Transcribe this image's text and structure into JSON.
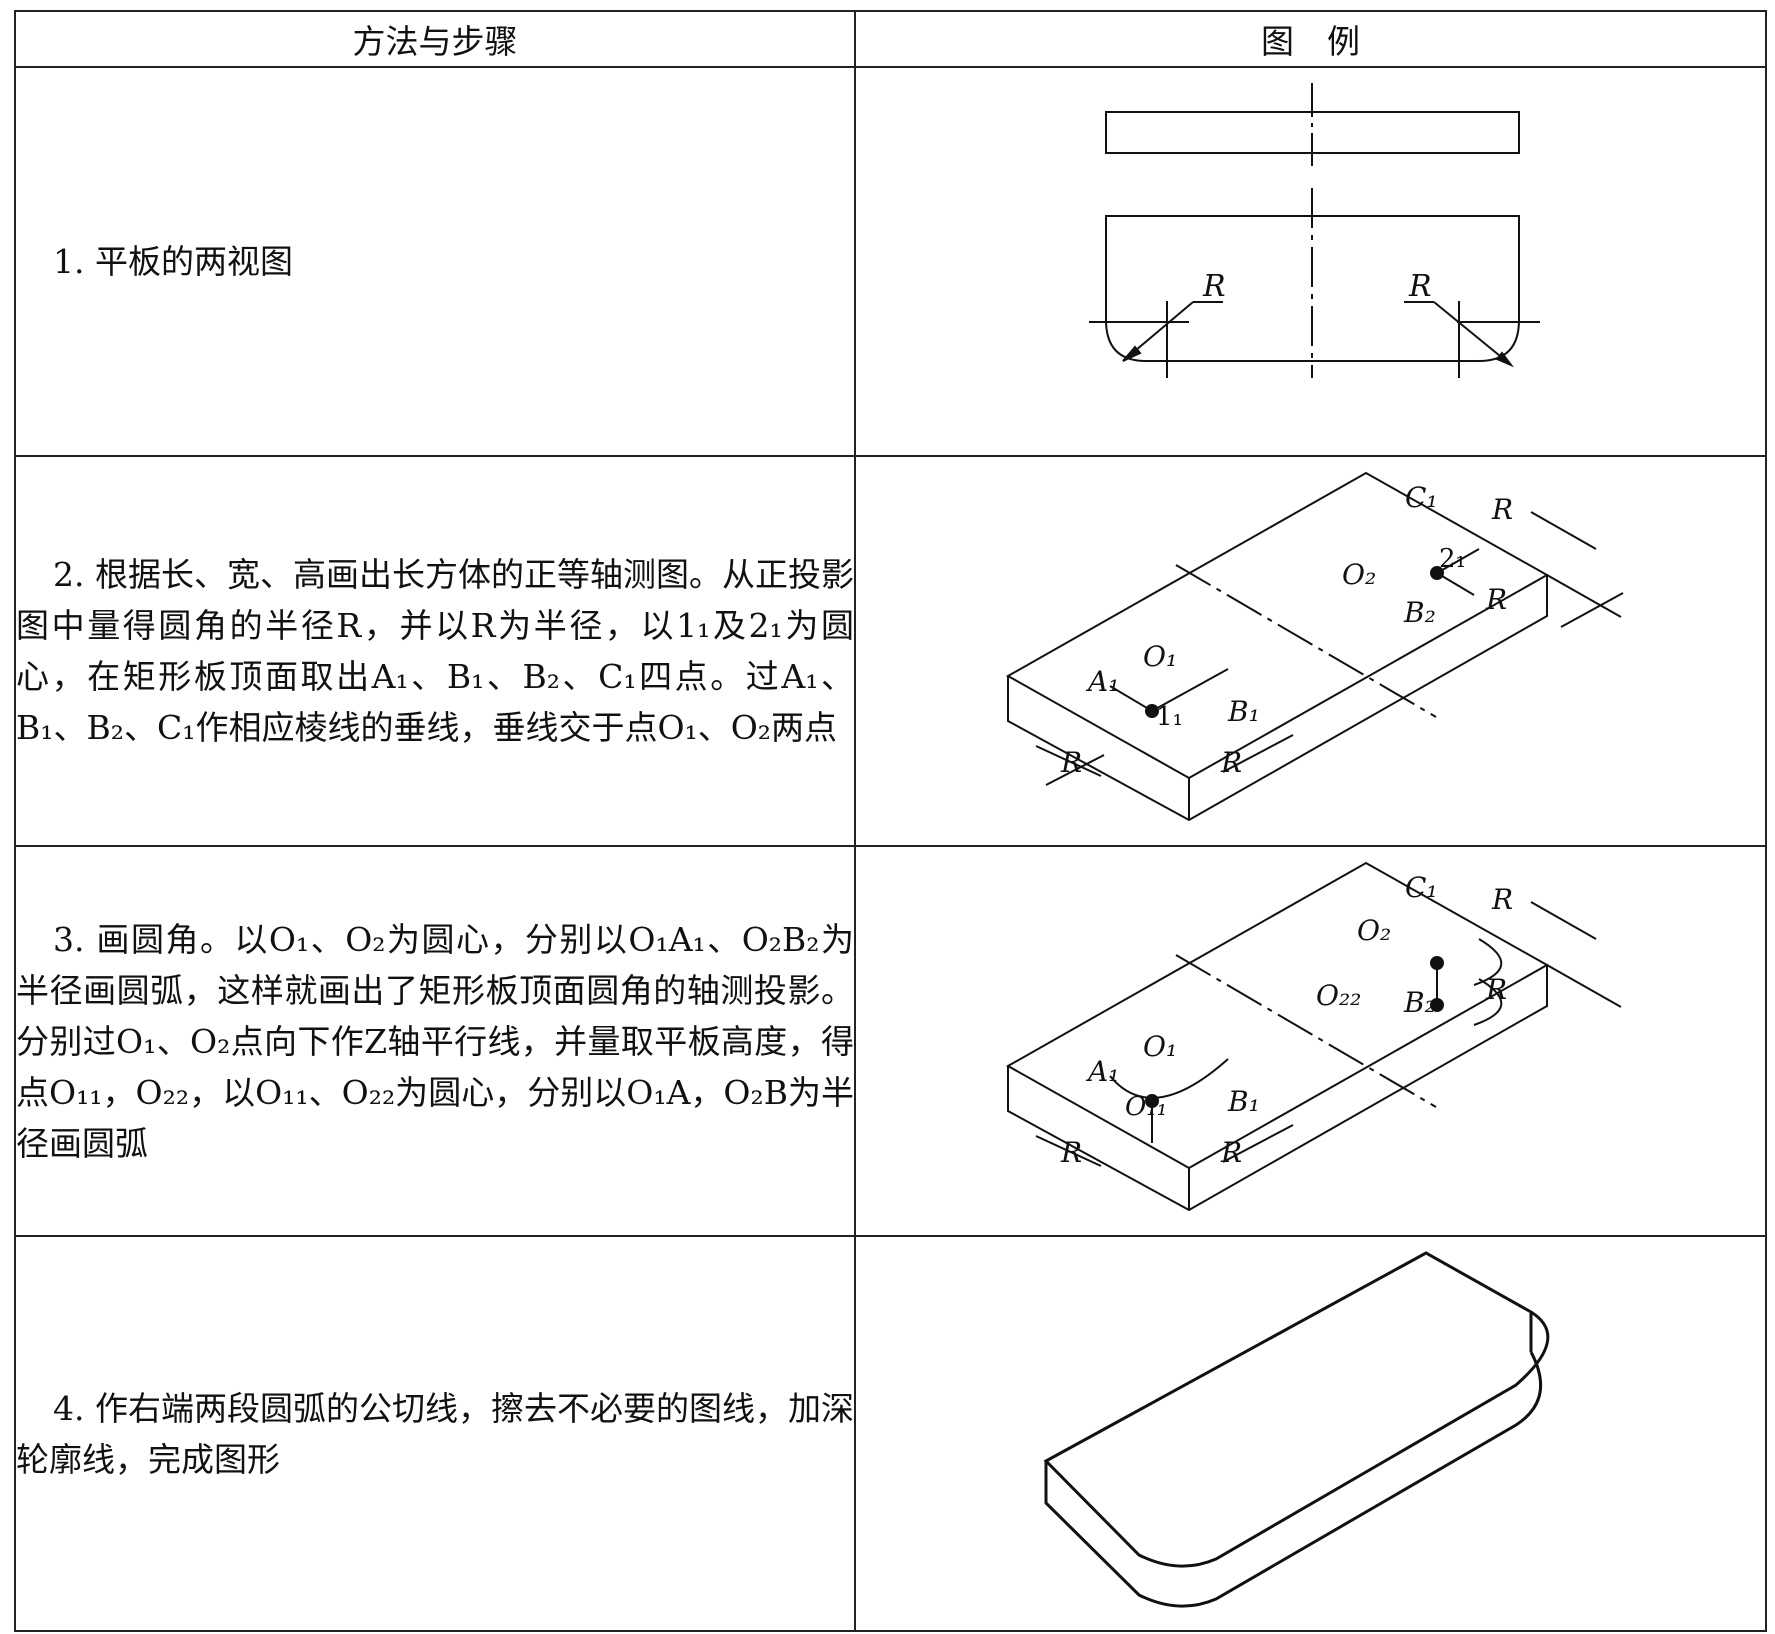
{
  "header": {
    "col1": "方法与步骤",
    "col2": "图　例"
  },
  "rows": [
    {
      "text": "1. 平板的两视图"
    },
    {
      "text": "2. 根据长、宽、高画出长方体的正等轴测图。从正投影图中量得圆角的半径R，并以R为半径，以1₁及2₁为圆心，在矩形板顶面取出A₁、B₁、B₂、C₁四点。过A₁、B₁、B₂、C₁作相应棱线的垂线，垂线交于点O₁、O₂两点"
    },
    {
      "text": "3. 画圆角。以O₁、O₂为圆心，分别以O₁A₁、O₂B₂为半径画圆弧，这样就画出了矩形板顶面圆角的轴测投影。分别过O₁、O₂点向下作Z轴平行线，并量取平板高度，得点O₁₁，O₂₂，以O₁₁、O₂₂为圆心，分别以O₁A，O₂B为半径画圆弧"
    },
    {
      "text": "4. 作右端两段圆弧的公切线，擦去不必要的图线，加深轮廓线，完成图形"
    }
  ],
  "fig_labels": {
    "R": "R",
    "O1": "O₁",
    "O2": "O₂",
    "A1": "A₁",
    "B1": "B₁",
    "B2": "B₂",
    "C1": "C₁",
    "n11": "1₁",
    "n21": "2₁",
    "O11": "O₁₁",
    "O22": "O₂₂"
  }
}
